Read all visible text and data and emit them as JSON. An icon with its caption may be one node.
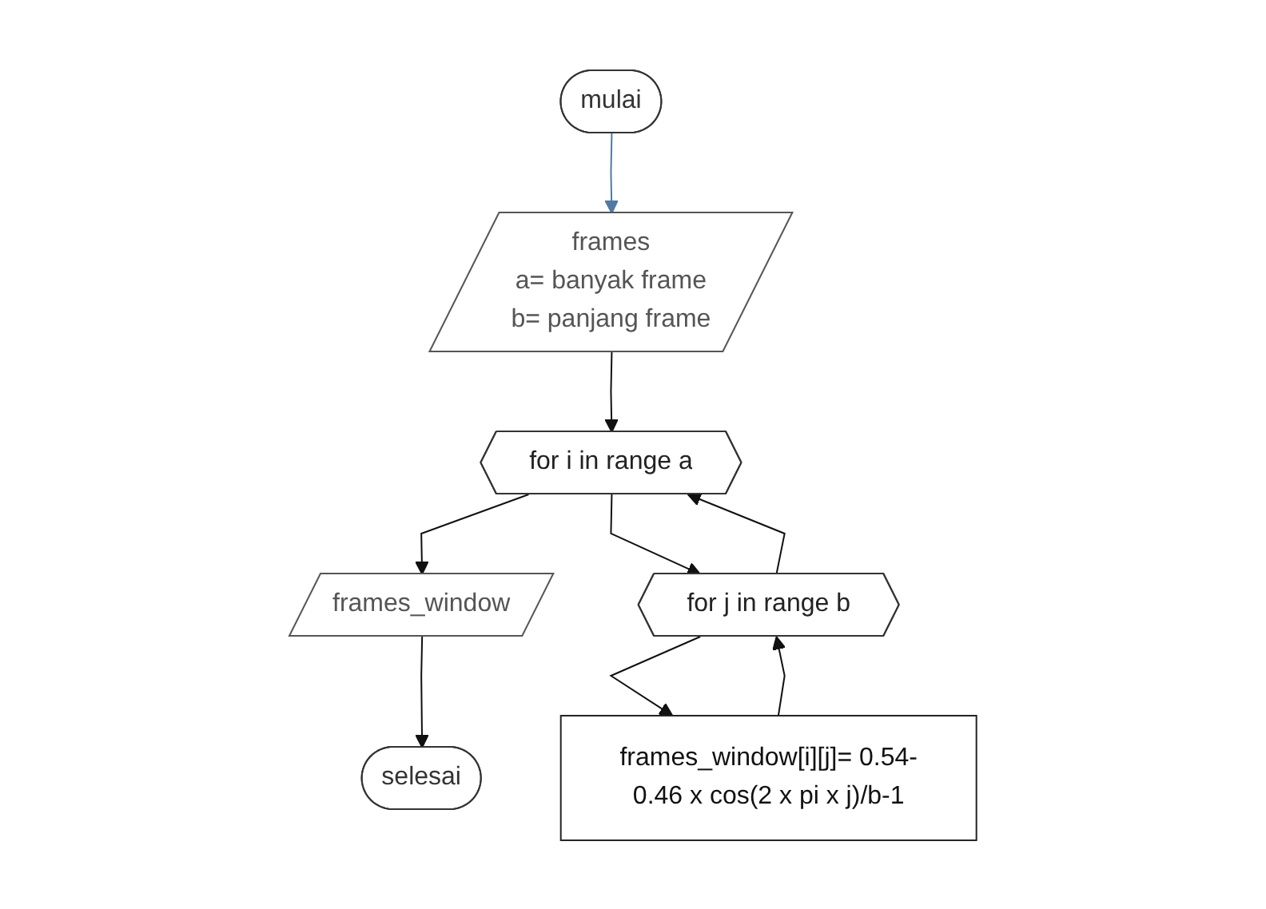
{
  "diagram": {
    "nodes": [
      {
        "text": [
          "mulai"
        ]
      },
      {
        "text": [
          "frames",
          "a= banyak frame",
          "b= panjang frame"
        ]
      },
      {
        "text": [
          "for i in range a"
        ]
      },
      {
        "text": [
          "frames_window"
        ]
      },
      {
        "text": [
          "selesai"
        ]
      },
      {
        "text": [
          "for j in range b"
        ]
      },
      {
        "text": [
          "frames_window[i][j]= 0.54-0.46 x cos(2 x pi x j)/b-1"
        ]
      }
    ],
    "edges": [
      {
        "from": 0,
        "to": 1,
        "arrow": "to",
        "color": "#4f7aa3"
      },
      {
        "from": 1,
        "to": 2,
        "arrow": "to"
      },
      {
        "from": 2,
        "to": 3,
        "arrow": "to"
      },
      {
        "from": 3,
        "to": 4,
        "arrow": "to"
      },
      {
        "from": 2,
        "to": 5,
        "arrow": "to"
      },
      {
        "from": 5,
        "to": 6,
        "arrow": "to"
      },
      {
        "from": 6,
        "to": 5,
        "arrow": "to"
      },
      {
        "from": 5,
        "to": 2,
        "arrow": "to"
      }
    ]
  }
}
